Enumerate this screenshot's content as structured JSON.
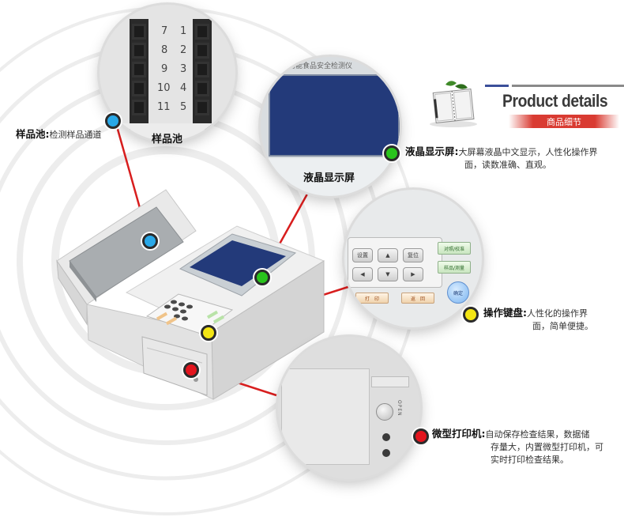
{
  "header": {
    "title": "Product details",
    "subtitle": "商品细节"
  },
  "features": {
    "sample_pool": {
      "bubble_caption": "样品池",
      "title": "样品池:",
      "description": "检测样品通道",
      "slot_numbers_left": [
        "7",
        "8",
        "9",
        "10",
        "11"
      ],
      "slot_numbers_right": [
        "1",
        "2",
        "3",
        "4",
        "5"
      ]
    },
    "lcd": {
      "bubble_caption": "液晶显示屏",
      "title": "液晶显示屏:",
      "description_line1": "大屏幕液晶中文显示，人性化操作界",
      "description_line2": "面，读数准确、直观。",
      "screen_label": "多功能食品安全检测仪"
    },
    "keyboard": {
      "title": "操作键盘:",
      "description_line1": "人性化的操作界",
      "description_line2": "面，简单便捷。",
      "keys": {
        "setup": "设置",
        "reset": "复位",
        "up": "▲",
        "down": "▼",
        "left": "◀",
        "right": "▶",
        "contrast_calibrate": "对照/校准",
        "sample_measure": "样品/测量",
        "print": "打　印",
        "back": "返　回",
        "confirm": "确定"
      }
    },
    "printer": {
      "title": "微型打印机:",
      "description_line1": "自动保存检查结果，数据储",
      "description_line2": "存量大，内置微型打印机，可",
      "description_line3": "实时打印检查结果。",
      "button_label": "OPEN"
    }
  },
  "colors": {
    "blue_marker": "#29a8e8",
    "green_marker": "#29c41c",
    "yellow_marker": "#f3e514",
    "red_marker": "#e3151e",
    "leader_line": "#d81e1e",
    "lcd_screen": "#233a7a"
  }
}
